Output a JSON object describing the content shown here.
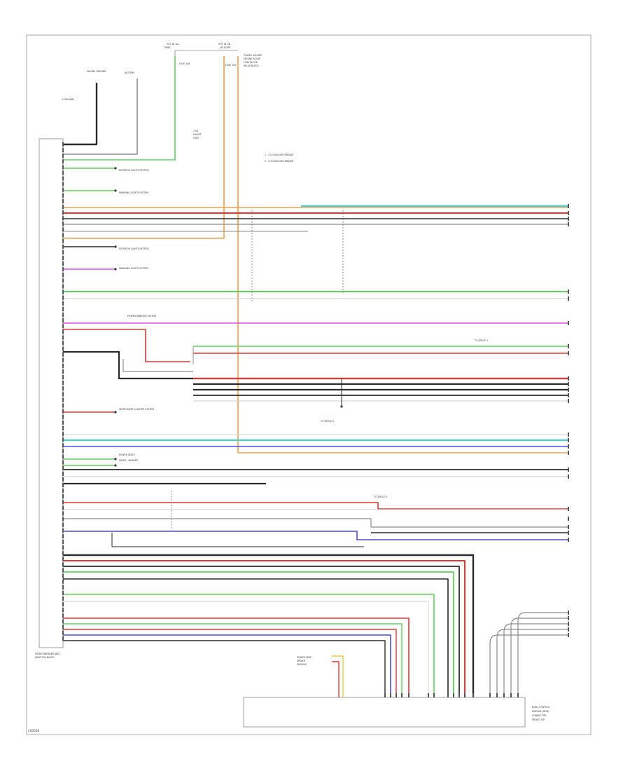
{
  "labels": {
    "left_module": [
      "FRONT BREAKER AND",
      "JUNCTION BLOCK"
    ],
    "top_fuse_a": [
      "HOT AT ALL",
      "TIMES"
    ],
    "top_fuse_b": [
      "HOT IN ON",
      "OR START"
    ],
    "top_right_note": [
      "POWER SOURCE",
      "ENGINE ROOM",
      "FUSE BLOCK",
      "RELAY BLOCK"
    ],
    "ground_left": "G GROUND",
    "ground_a": "ENGINE GROUND",
    "ground_b": "BATTERY",
    "fuse_labels": [
      "FUSE 10A",
      "FUSE 30A"
    ],
    "mid_fuse": [
      "7.5A",
      "GAUGE",
      "FUSE"
    ],
    "legend": [
      "1 - 2.0 GASOLINE ENGINE",
      "2 - 2.5 GASOLINE ENGINE"
    ],
    "side_notes": [
      "EXTERIOR LIGHTS SYSTEM",
      "WARNING LIGHTS SYSTEM",
      "EXTERIOR LIGHTS SYSTEM",
      "WARNING LIGHTS SYSTEM",
      "POWER WINDOW SYSTEM",
      "INSTRUMENT CLUSTER SYSTEM",
      "POWER SEATS",
      "WIPER / WASHER"
    ],
    "splice_labels": [
      "TO SPLICE 1",
      "TO SPLICE 2",
      "TO SPLICE 3"
    ],
    "bottom_connector": [
      "BODY CONTROL",
      "MODULE (BCM)",
      "CONNECTOR",
      "FRONT 32P"
    ],
    "bottom_left_note": [
      "POWER SEAT",
      "DRIVER",
      "MODULE"
    ],
    "footer": "C0D0S8"
  },
  "colors": {
    "black": "#2b2b2b",
    "gray": "#8c8c8c",
    "green": "#5fd35f",
    "orange": "#f2a24a",
    "red": "#ee3333",
    "cyan": "#33d6e6",
    "blue": "#4a4aee",
    "magenta": "#e24ae2",
    "yellow": "#e0d040",
    "frame": "#a8a8a8",
    "white": "#d8d8d8"
  }
}
